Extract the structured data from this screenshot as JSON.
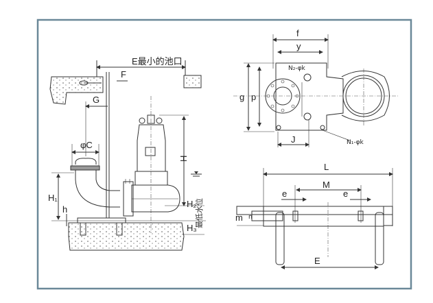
{
  "colors": {
    "frame": "#6a8898",
    "line": "#333333"
  },
  "side_view": {
    "labels": {
      "E": "E最小的池口",
      "F": "F",
      "G": "G",
      "C": "φC",
      "H": "H",
      "H1": "H₁",
      "h": "h",
      "H2": "H₂",
      "H3": "H₃",
      "min_water_level": "最低水位"
    }
  },
  "top_view": {
    "labels": {
      "f": "f",
      "y": "y",
      "g": "g",
      "p": "p",
      "J": "J",
      "N2": "N₂-φk",
      "N1": "N₁-φk"
    }
  },
  "base_view": {
    "labels": {
      "L": "L",
      "M": "M",
      "e_left": "e",
      "e_right": "e",
      "m": "m",
      "n": "n",
      "E": "E"
    }
  }
}
